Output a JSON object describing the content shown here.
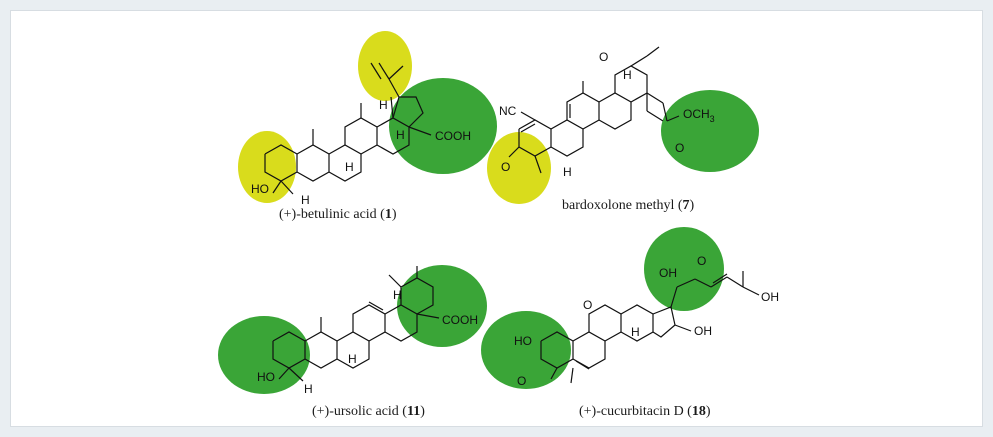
{
  "compounds": [
    {
      "name": "(+)-betulinic acid (",
      "number": "1",
      "close": ")"
    },
    {
      "name": "bardoxolone methyl (",
      "number": "7",
      "close": ")"
    },
    {
      "name": "(+)-ursolic acid (",
      "number": "11",
      "close": ")"
    },
    {
      "name": "(+)-cucurbitacin D (",
      "number": "18",
      "close": ")"
    }
  ],
  "atom_labels": {
    "oh": "HO",
    "h": "H",
    "cooh": "COOH",
    "cooh2": "COOH",
    "o": "O",
    "nc": "NC",
    "och3": "OCH",
    "three": "3",
    "oh2": "OH"
  },
  "colors": {
    "yellow_highlight": "#d9dc1c",
    "green_highlight": "#3aa537",
    "background": "#e9eef2"
  }
}
